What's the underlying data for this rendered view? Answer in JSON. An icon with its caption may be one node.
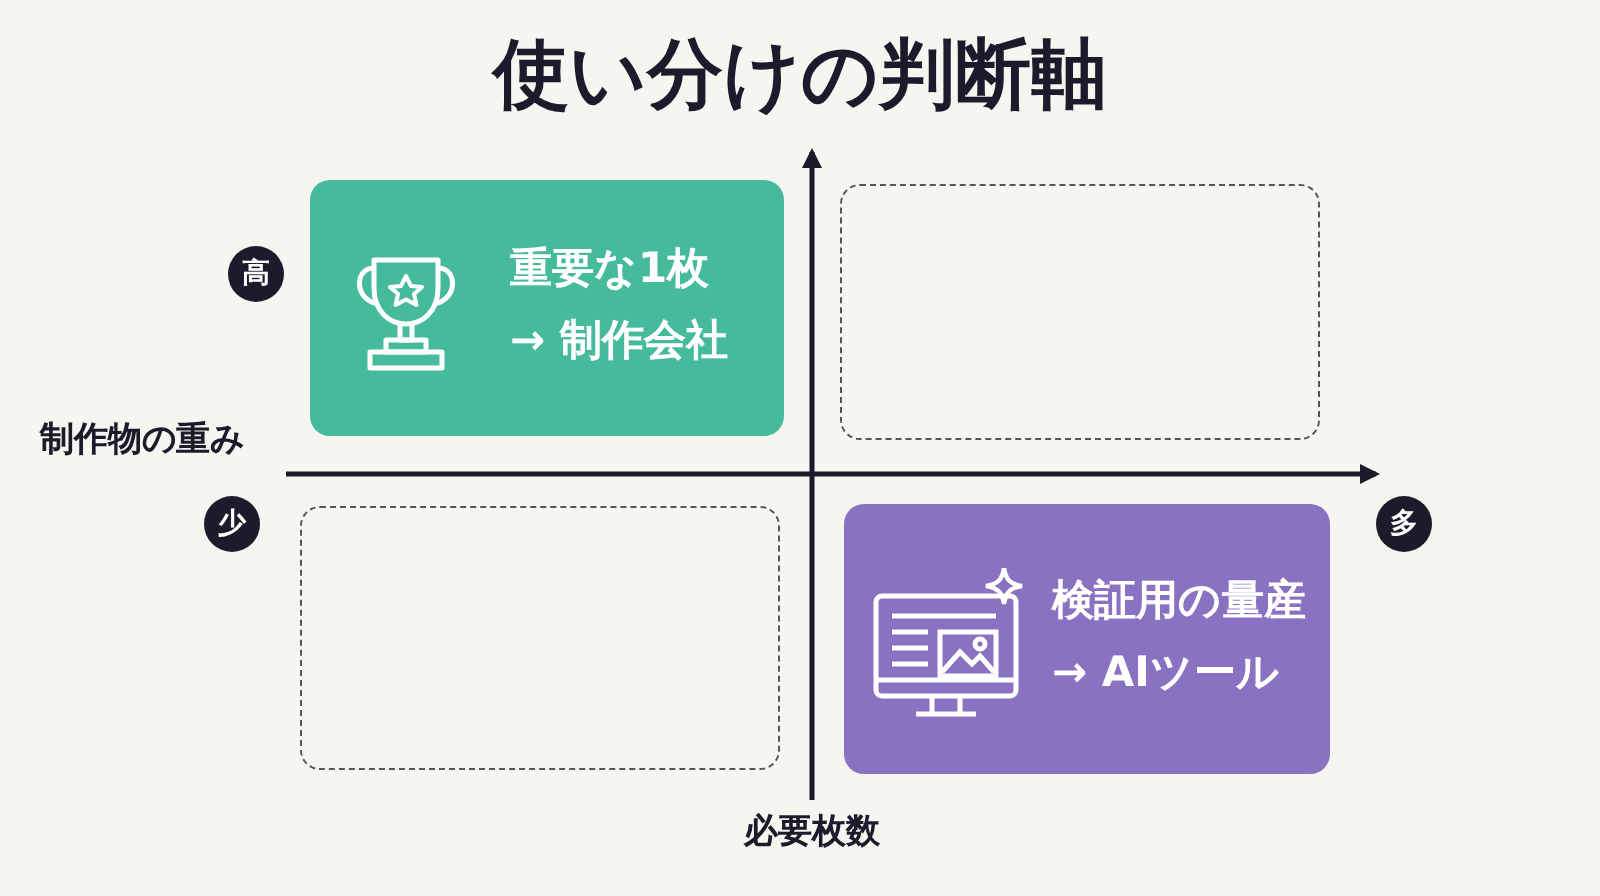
{
  "diagram": {
    "title": "使い分けの判断軸",
    "nodes": [
      {
        "text": [
          "重要な1枚",
          "→ 制作会社"
        ]
      },
      {
        "text": [],
        "shape": "box"
      },
      {
        "text": [
          "高"
        ]
      },
      {
        "text": [
          "少"
        ]
      },
      {
        "text": [],
        "shape": "box"
      },
      {
        "text": [
          "検証用の量産",
          "→ AIツール"
        ]
      },
      {
        "text": [
          "多"
        ]
      }
    ],
    "edges": [],
    "labels": [
      "制作物の重み",
      "必要枚数"
    ]
  }
}
